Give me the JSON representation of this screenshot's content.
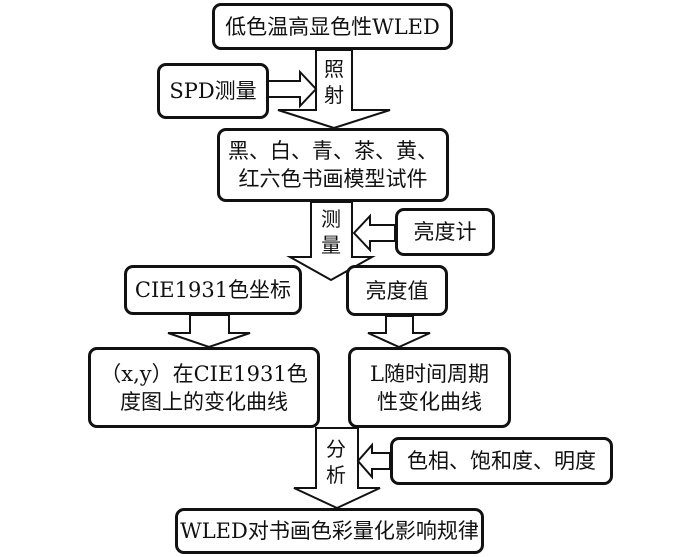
{
  "diagram": {
    "nodes": {
      "source": "低色温高显色性WLED",
      "spd": "SPD测量",
      "samples": "黑、白、青、茶、黄、\n红六色书画模型试件",
      "meter": "亮度计",
      "cie": "CIE1931色坐标",
      "lum_value": "亮度值",
      "xy_curve": "（x,y）在CIE1931色\n度图上的变化曲线",
      "l_curve": "L随时间周期\n性变化曲线",
      "attrs": "色相、饱和度、明度",
      "result": "WLED对书画色彩量化影响规律"
    },
    "edge_labels": {
      "illuminate": "照\n射",
      "measure": "测\n量",
      "analyze": "分\n析"
    },
    "edges": [
      {
        "from": "source",
        "to": "samples",
        "label": "illuminate"
      },
      {
        "from": "spd",
        "to": "illuminate-arrow"
      },
      {
        "from": "samples",
        "to": "cie",
        "label": "measure"
      },
      {
        "from": "samples",
        "to": "lum_value",
        "label": "measure"
      },
      {
        "from": "meter",
        "to": "measure-arrow"
      },
      {
        "from": "cie",
        "to": "xy_curve"
      },
      {
        "from": "lum_value",
        "to": "l_curve"
      },
      {
        "from": "xy_curve",
        "to": "result",
        "label": "analyze"
      },
      {
        "from": "l_curve",
        "to": "result",
        "label": "analyze"
      },
      {
        "from": "attrs",
        "to": "analyze-arrow"
      }
    ]
  }
}
